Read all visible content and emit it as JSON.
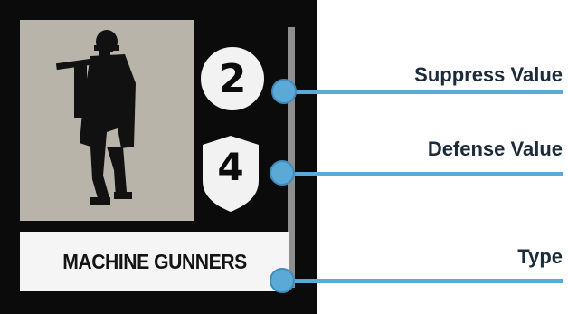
{
  "counter": {
    "suppress_value": "2",
    "defense_value": "4",
    "unit_type": "MACHINE GUNNERS"
  },
  "callouts": {
    "suppress_label": "Suppress Value",
    "defense_label": "Defense Value",
    "type_label": "Type"
  },
  "colors": {
    "callout_line": "#5aa9d6",
    "label_text": "#1b2b3a",
    "counter_bg": "#0b0b0b",
    "portrait_bg": "#b9b4aa"
  }
}
